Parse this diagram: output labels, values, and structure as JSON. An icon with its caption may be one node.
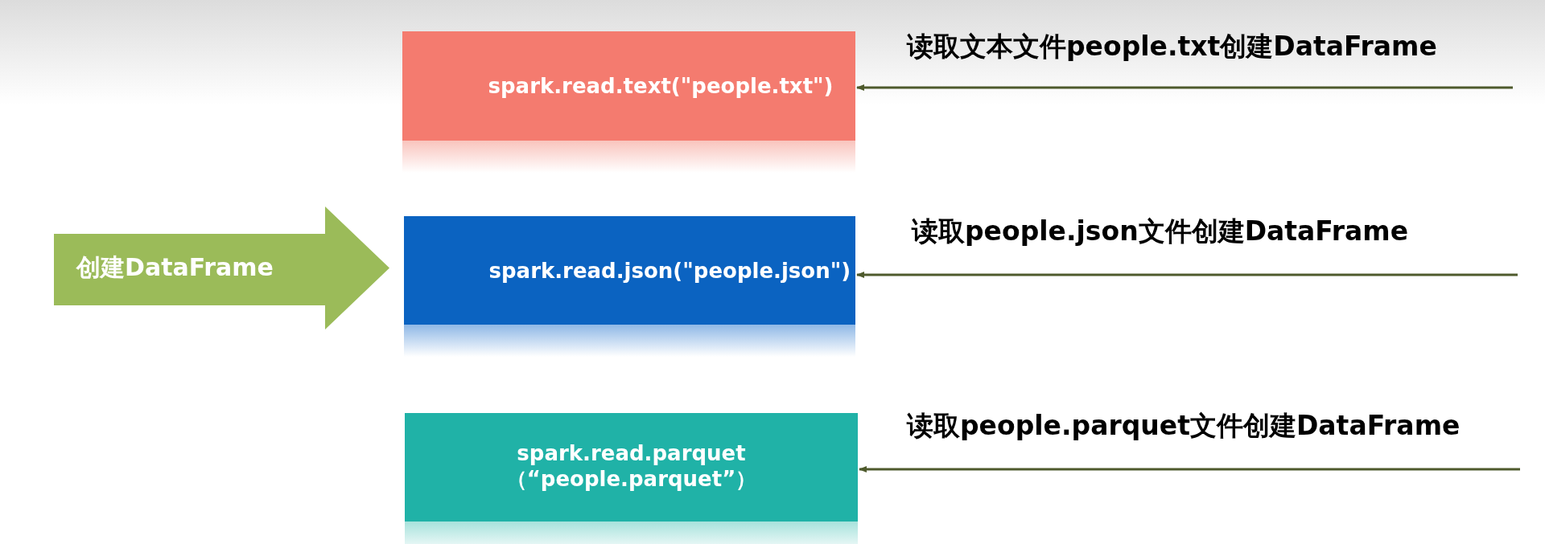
{
  "diagram": {
    "nodes": [
      {
        "text": [
          "创建DataFrame"
        ]
      },
      {
        "text": [
          "spark.read.text(\"people.txt\")"
        ]
      },
      {
        "text": [
          "spark.read.json(\"people.json\")"
        ]
      },
      {
        "text": [
          "spark.read.parquet （“people.parquet”）"
        ]
      }
    ],
    "edges": [
      {
        "from": null,
        "to": 1,
        "arrow": "to",
        "label": "读取文本文件people.txt创建DataFrame"
      },
      {
        "from": null,
        "to": 2,
        "arrow": "to",
        "label": "读取people.json文件创建DataFrame"
      },
      {
        "from": null,
        "to": 3,
        "arrow": "to",
        "label": "读取people.parquet文件创建DataFrame"
      }
    ]
  }
}
